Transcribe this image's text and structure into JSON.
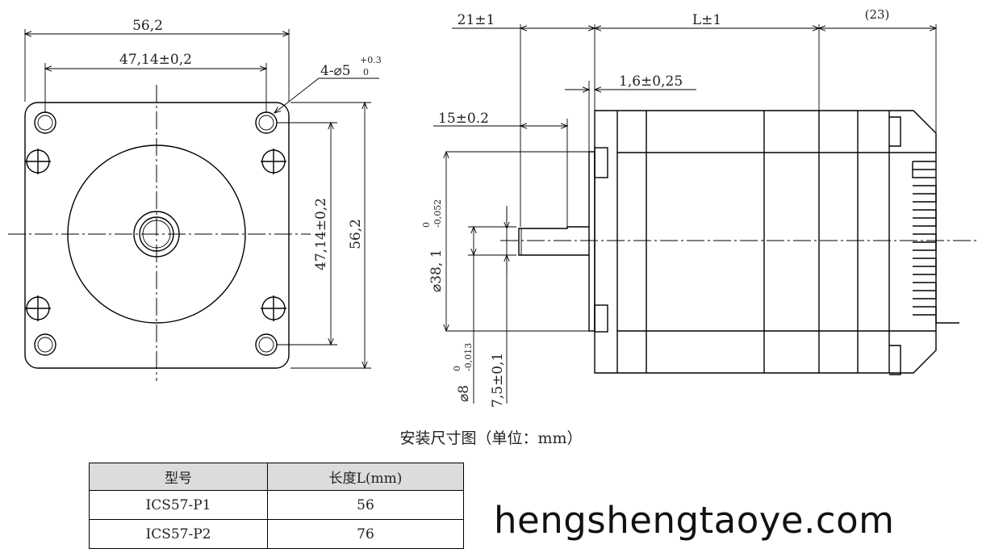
{
  "front_view": {
    "width_overall": "56,2",
    "hole_spacing_h": "47,14±0,2",
    "hole_spec": "4-⌀5",
    "hole_tol_upper": "+0.3",
    "hole_tol_lower": "0",
    "height_overall": "56,2",
    "hole_spacing_v": "47,14±0,2"
  },
  "side_view": {
    "shaft_length": "21±1",
    "body_length": "L±1",
    "rear_length": "(23)",
    "flange_thickness": "1,6±0,25",
    "flat_length": "15±0.2",
    "pilot_diameter": "⌀38, 1",
    "pilot_tol_upper": "0",
    "pilot_tol_lower": "-0,052",
    "shaft_diameter": "⌀8",
    "shaft_tol_upper": "0",
    "shaft_tol_lower": "-0,013",
    "flat_depth": "7,5±0,1"
  },
  "caption": "安装尺寸图（单位：mm）",
  "table": {
    "headers": [
      "型号",
      "长度L(mm)"
    ],
    "rows": [
      [
        "ICS57-P1",
        "56"
      ],
      [
        "ICS57-P2",
        "76"
      ]
    ]
  },
  "watermark": "hengshengtaoye.com"
}
